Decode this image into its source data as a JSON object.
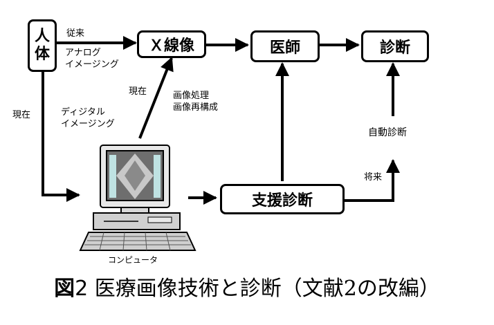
{
  "boxes": {
    "human": "人\n体",
    "xray": "Ｘ線像",
    "doctor": "医師",
    "diagnosis": "診断",
    "support": "支援診断"
  },
  "labels": {
    "conventional": "従来",
    "analog_imaging": "アナログ\nイメージング",
    "current_left": "現在",
    "digital_imaging": "ディジタル\nイメージング",
    "current_mid": "現在",
    "image_processing": "画像処理\n画像再構成",
    "auto_diagnosis": "自動診断",
    "future": "将来",
    "computer": "コンピュータ"
  },
  "caption": {
    "fig": "図",
    "num": "2",
    "text": " 医療画像技術と診断（文献2の改編）"
  }
}
